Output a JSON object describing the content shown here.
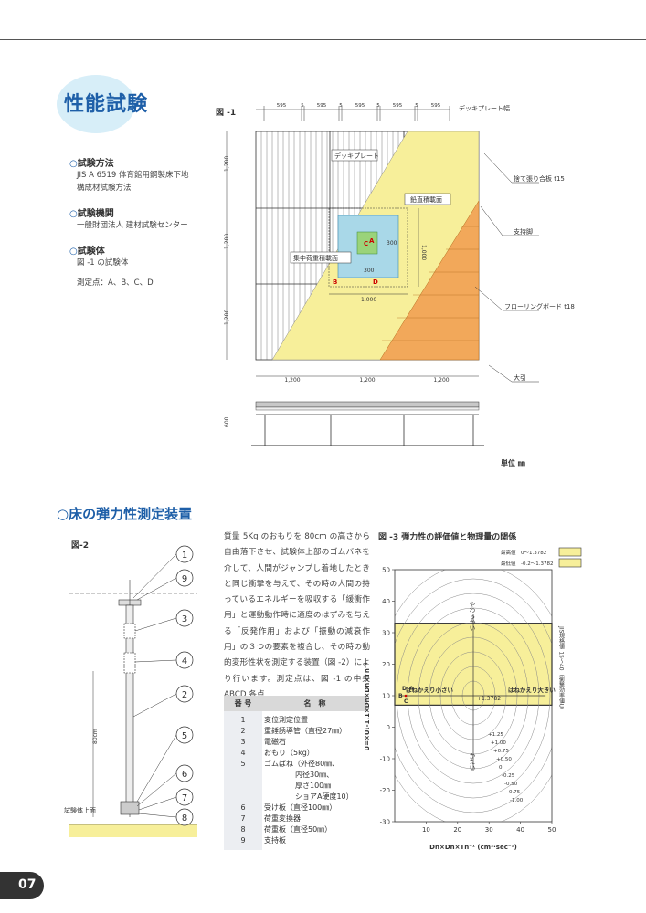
{
  "hero_title": "性能試験",
  "sections": [
    {
      "heading": "試験方法",
      "lines": [
        "JIS A 6519 体育館用鋼製床下地",
        "構成材試験方法"
      ]
    },
    {
      "heading": "試験機関",
      "lines": [
        "一般財団法人 建材試験センター"
      ]
    },
    {
      "heading": "試験体",
      "lines": [
        "図 -1 の試験体",
        "",
        "測定点：A、B、C、D"
      ]
    }
  ],
  "fig1": {
    "label": "図 -1",
    "top_dims": [
      "595",
      "5",
      "595",
      "5",
      "595",
      "5",
      "595",
      "5",
      "595"
    ],
    "top_dims_label": "デッキプレート幅",
    "left_dims": [
      "1,200",
      "1,200",
      "1,200"
    ],
    "bottom_dims": [
      "1,200",
      "1,200",
      "1,200"
    ],
    "callouts": [
      "デッキプレート",
      "捨て張り合板 t15",
      "支持脚",
      "フローリングボード t18",
      "大引"
    ],
    "inner_labels": [
      "鉛直積載面",
      "集中荷重積載面"
    ],
    "inner_dims": [
      "300",
      "300",
      "1,000",
      "1,000"
    ],
    "points": [
      "C",
      "A",
      "B",
      "D"
    ],
    "side_dim": "600",
    "unit": "単位 ㎜",
    "colors": {
      "plywood": "#f7ef9a",
      "flooring": "#f2a85a",
      "panel": "#a9d8e8",
      "green": "#9ad37a"
    }
  },
  "h2": "床の弾力性測定装置",
  "fig2": {
    "label": "図-2",
    "numbers": [
      "1",
      "9",
      "3",
      "4",
      "2",
      "5",
      "6",
      "7",
      "8"
    ],
    "dim": "80cm",
    "base_label": "試験体上面"
  },
  "paragraph": "質量 5Kg のおもりを 80cm の高さから自由落下させ、試験体上部のゴムバネを介して、人間がジャンプし着地したときと同じ衝撃を与えて、その時の人間の持っているエネルギーを吸収する「緩衝作用」と運動動作時に適度のはずみを与える「反発作用」および「振動の減衰作用」の３つの要素を複合し、その時の動的変形性状を測定する装置（図 -2）により行います。測定点は、図 -1 の中央 ABCD 各点",
  "table": {
    "headers": [
      "番 号",
      "名　称"
    ],
    "rows": [
      [
        "1",
        "変位測定位置"
      ],
      [
        "2",
        "重錘誘導管（直径27㎜）"
      ],
      [
        "3",
        "電磁石"
      ],
      [
        "4",
        "おもり（5kg）"
      ],
      [
        "5",
        "ゴムばね（外径80㎜、"
      ],
      [
        "",
        "内径30㎜、"
      ],
      [
        "",
        "厚さ100㎜"
      ],
      [
        "",
        "ショアA硬度10）"
      ],
      [
        "6",
        "受け板（直径100㎜）"
      ],
      [
        "7",
        "荷重変換器"
      ],
      [
        "8",
        "荷重板（直径50㎜）"
      ],
      [
        "9",
        "支持板"
      ]
    ]
  },
  "chart_data": {
    "type": "scatter",
    "title": "図 -3  弾力性の評価値と物理量の関係",
    "xlabel": "Dn×Dn×Tn⁻¹ (cm²·sec⁻¹)",
    "ylabel": "U=×U₁-1.1×Dn×Dn×Tn⁻¹",
    "xlim": [
      0,
      50
    ],
    "ylim": [
      -30,
      50
    ],
    "xticks": [
      10,
      20,
      30,
      40,
      50
    ],
    "yticks": [
      -30,
      -20,
      -10,
      0,
      10,
      20,
      30,
      40,
      50
    ],
    "legend": [
      {
        "label": "最高値",
        "value": "0〜1.3782"
      },
      {
        "label": "最低値",
        "value": "-0.2〜1.3782"
      }
    ],
    "contour_labels": [
      "+1.25",
      "+1.00",
      "+0.75",
      "+0.50",
      "0",
      "-0.25",
      "-0.50",
      "-0.75",
      "-1.00"
    ],
    "center_label": "+1.3782",
    "band": [
      7,
      33
    ],
    "annotations": [
      "やわらかい",
      "かたい",
      "はねかえり小さい",
      "はねかえり大きい",
      "JIS規格値 15〜40（衝撃効率値U）"
    ],
    "points": [
      "D",
      "A",
      "B",
      "C"
    ],
    "band_color": "#f7ef9a"
  },
  "page_number": "07"
}
